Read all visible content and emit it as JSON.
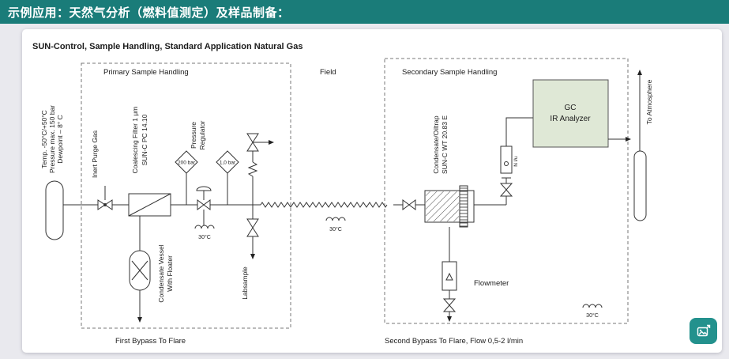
{
  "page": {
    "header_title": "示例应用：天然气分析（燃料值测定）及样品制备："
  },
  "diagram": {
    "title": "SUN-Control, Sample Handling, Standard Application Natural Gas",
    "sections": {
      "primary": "Primary Sample Handling",
      "field": "Field",
      "secondary": "Secondary Sample Handling"
    },
    "inlet": {
      "conditions": [
        "Temp. -50°C/+50°C",
        "Pressure max. 150 bar",
        "Dewpoint – 8° C"
      ]
    },
    "labels": {
      "inert_purge_gas": "Inert Purge Gas",
      "coalescing_filter_line1": "Coalescing Filter 1 μm",
      "coalescing_filter_line2": "SUN-C PC 14.10",
      "pressure_regulator_line1": "Pressure",
      "pressure_regulator_line2": "Regulator",
      "gauge_high": "200 bar",
      "gauge_low": "1,0 bar",
      "heat_trace_temp": "30°C",
      "labsample": "Labsample",
      "condensate_vessel_line1": "Condensate Vessel",
      "condensate_vessel_line2": "With Floater",
      "first_bypass": "First Bypass To Flare",
      "condensate_oiltrap_line1": "Condensate/Oiltrap",
      "condensate_oiltrap_line2": "SUN-C WT 20.83 E",
      "gc_line1": "GC",
      "gc_line2": "IR Analyzer",
      "to_atmosphere": "To Atmosphere",
      "flow_indicator": "N l/u",
      "flowmeter": "Flowmeter",
      "second_bypass": "Second Bypass To Flare, Flow 0,5-2 l/min"
    }
  }
}
